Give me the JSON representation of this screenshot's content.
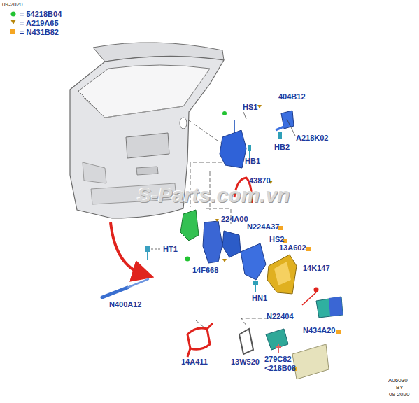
{
  "diagram": {
    "labels": [
      "09-2020",
      "HS1",
      "404B12",
      "HB2",
      "A218K02",
      "HB1",
      "43870",
      "224A00",
      "N224A37",
      "HS2",
      "13A602",
      "HT1",
      "14F668",
      "14K147",
      "N400A12",
      "HN1",
      "N434A20",
      "N22404",
      "14A411",
      "13W520",
      "279C82",
      "<218B08",
      "A06030",
      "BY",
      "09-2020",
      "S-Parts.com.vn"
    ],
    "legend": [
      {
        "text": "= 54218B04"
      },
      {
        "text": "= A219A65"
      },
      {
        "text": "= N431B82"
      }
    ]
  }
}
